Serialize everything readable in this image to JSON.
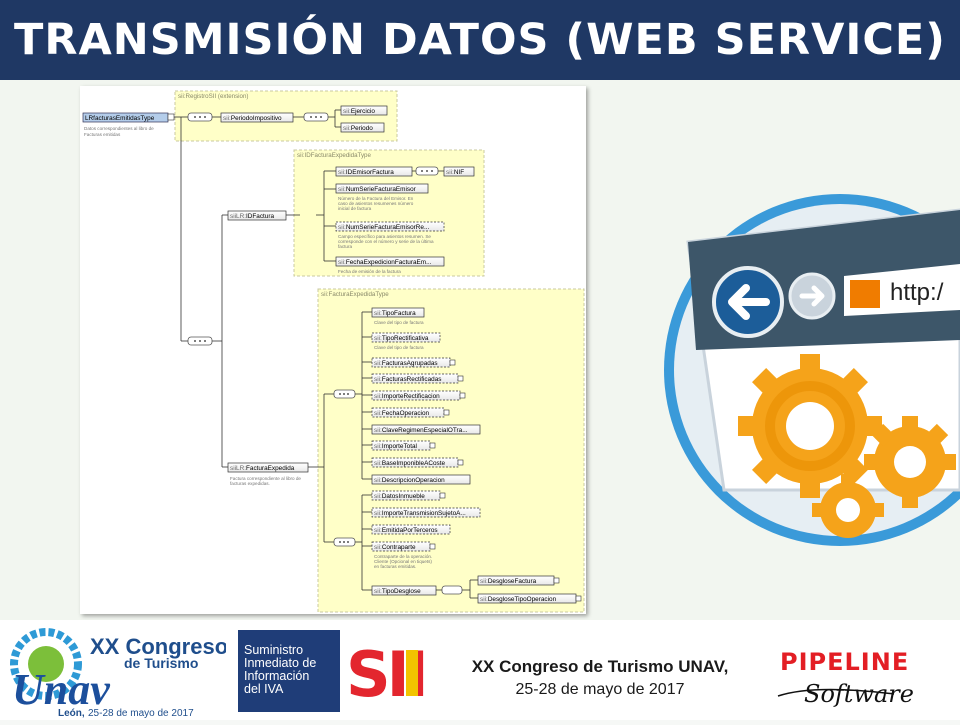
{
  "header": {
    "title": "TRANSMISIÓN DATOS (WEB SERVICE)"
  },
  "diagram": {
    "prefix": "sii:",
    "root": {
      "label": "LRfacturasEmitidasType",
      "note": [
        "Datos correspondientes al libro de",
        "Facturas emitidas"
      ]
    },
    "groups": {
      "registro": "sii:RegistroSII (extension)",
      "idfactura": "sii:IDFacturaExpedidaType",
      "factura": "sii:FacturaExpedidaType"
    },
    "nodes": {
      "periodo_impositivo": "PeriodoImpositivo",
      "ejercicio": "Ejercicio",
      "periodo": "Periodo",
      "id_factura": "IDFactura",
      "id_emisor": "IDEmisorFactura",
      "nif": "NIF",
      "num_serie": "NumSerieFacturaEmisor",
      "num_serie_resumen": "NumSerieFacturaEmisorRe...",
      "fecha_expedicion": "FechaExpedicionFacturaEm...",
      "factura_expedida": "FacturaExpedida",
      "tipo_factura": "TipoFactura",
      "tipo_rectificativa": "TipoRectificativa",
      "facturas_agrupadas": "FacturasAgrupadas",
      "facturas_rectificadas": "FacturasRectificadas",
      "importe_rectificacion": "ImporteRectificacion",
      "fecha_operacion": "FechaOperacion",
      "clave_regimen": "ClaveRegimenEspecialOTra...",
      "importe_total": "ImporteTotal",
      "base_imponible": "BaseImponibleACoste",
      "descripcion": "DescripcionOperacion",
      "datos_inmueble": "DatosInmueble",
      "importe_transmision": "ImporteTransmisionSujetoA...",
      "emitida_terceros": "EmitidaPorTerceros",
      "contraparte": "Contraparte",
      "tipo_desglose": "TipoDesglose",
      "desglose_factura": "DesgloseFactura",
      "desglose_tipo_operacion": "DesgloseTipoOperacion"
    },
    "annotations": {
      "num_serie": [
        "Número de la Factura del Emisor. En",
        "caso de asientos resumenes número",
        "inicial de factura"
      ],
      "num_serie_resumen": [
        "Campo específico para asientos resumen. Se",
        "corresponde con el número y serie de la última",
        "factura"
      ],
      "fecha_expedicion": [
        "Fecha de emisión de la factura"
      ],
      "factura_expedida": [
        "Factura correspondiente al libro de",
        "facturas expedidas."
      ],
      "tipo_factura": [
        "Clave del tipo de factura"
      ],
      "tipo_rectificativa": [
        "Clave del tipo de factura"
      ],
      "contraparte": [
        "Contraparte de la operación.",
        "Cliente (Opcional en tiquets)",
        "en facturas emitidas."
      ]
    }
  },
  "footer": {
    "unav": {
      "line1": "XX Congreso",
      "line2": "de Turismo",
      "brand": "Unav",
      "place": "León,",
      "dates": "25-28 de mayo de 2017"
    },
    "sii": {
      "lines": [
        "Suministro",
        "Inmediato de",
        "Información",
        "del IVA"
      ],
      "mark": "SII"
    },
    "congreso": {
      "line1": "XX Congreso  de Turismo  UNAV,",
      "line2": "25-28 de mayo de 2017"
    },
    "pipeline": {
      "brand": "PIPELINE",
      "tag": "Software"
    }
  },
  "illustration": {
    "url_text": "http:/"
  },
  "colors": {
    "header_bg": "#1f3864",
    "group_fill": "#ffffc8",
    "group_stroke": "#c8c8a0",
    "sii_red": "#e3262e",
    "sii_yellow": "#f2c400",
    "pipeline_red": "#e31e24"
  }
}
